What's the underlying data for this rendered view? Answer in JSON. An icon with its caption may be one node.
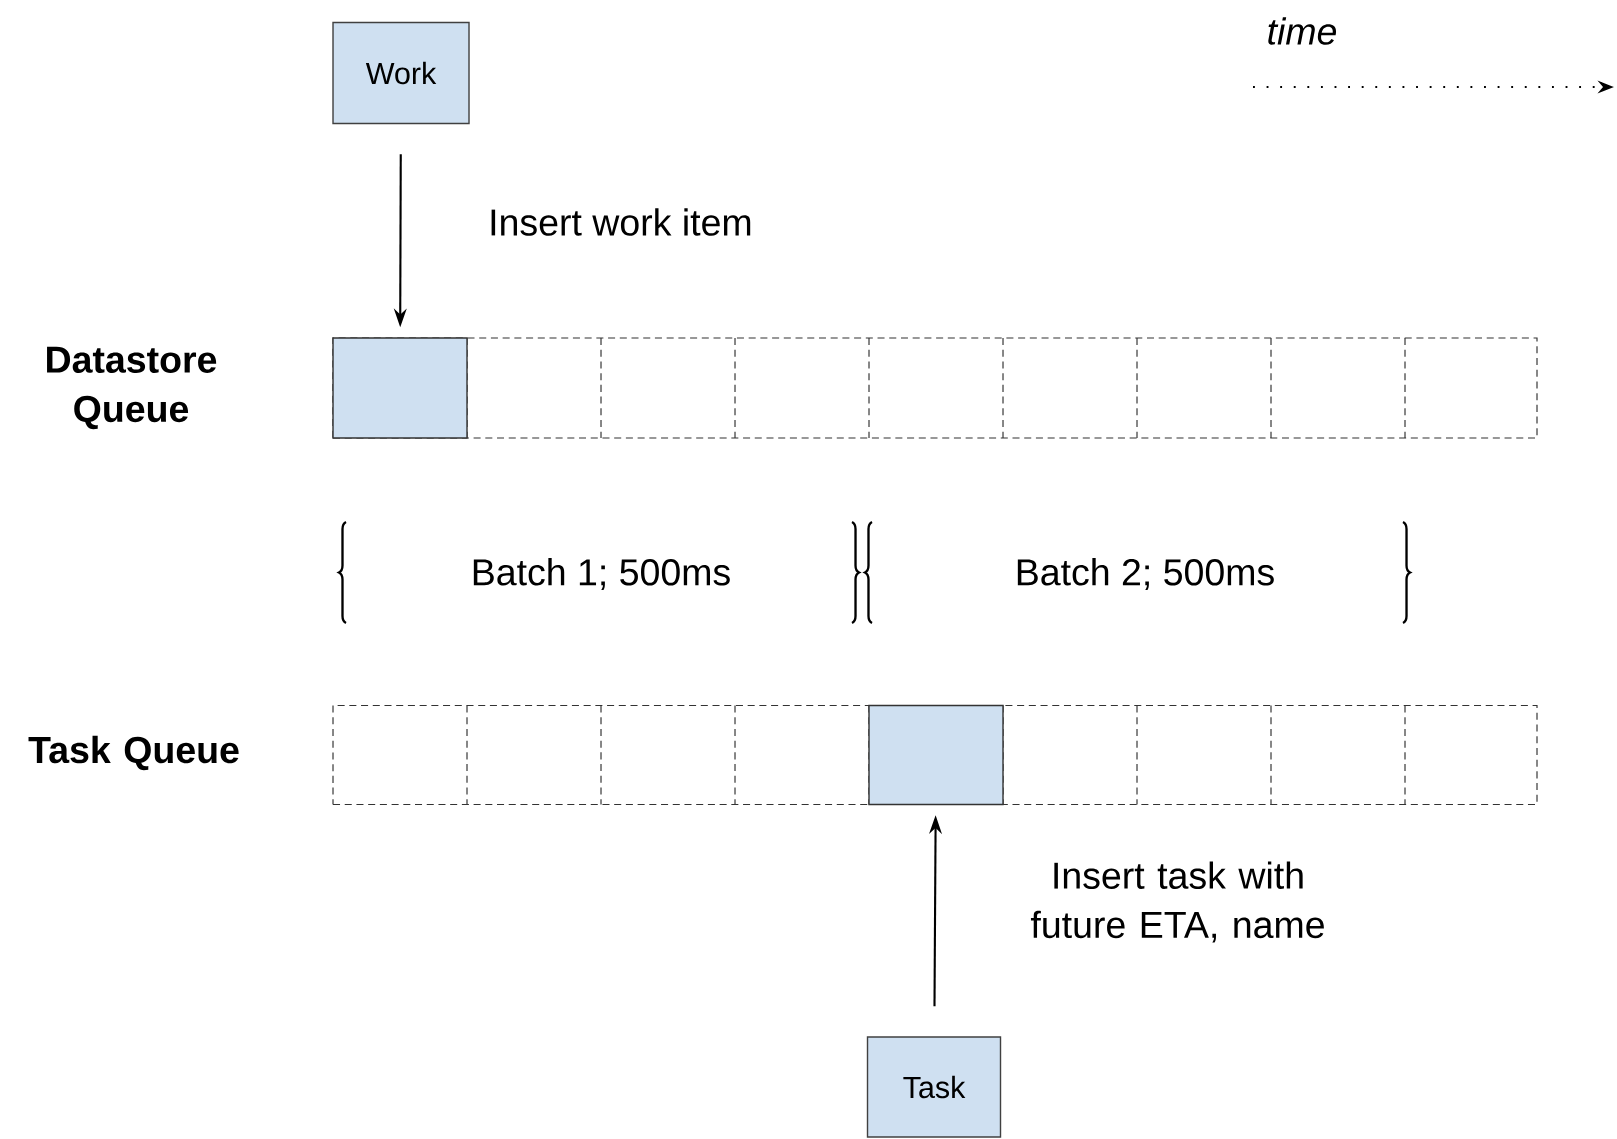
{
  "diagram": {
    "nodes": [
      {
        "text": [
          "Work"
        ]
      },
      {
        "text": [
          "Datastore Queue"
        ]
      },
      {
        "text": [],
        "shape": "box",
        "in": 1
      },
      {
        "text": [
          "Task Queue"
        ]
      },
      {
        "text": [],
        "shape": "box",
        "in": 3
      },
      {
        "text": [
          "Task"
        ]
      }
    ],
    "edges": [
      {
        "from": 0,
        "to": 2,
        "arrow": "to",
        "label": "Insert work item"
      },
      {
        "from": 5,
        "to": 4,
        "arrow": "to",
        "label": "Insert task with future ETA, name"
      }
    ],
    "labels": [
      "time",
      "Batch 1; 500ms",
      "Batch 2; 500ms"
    ]
  }
}
